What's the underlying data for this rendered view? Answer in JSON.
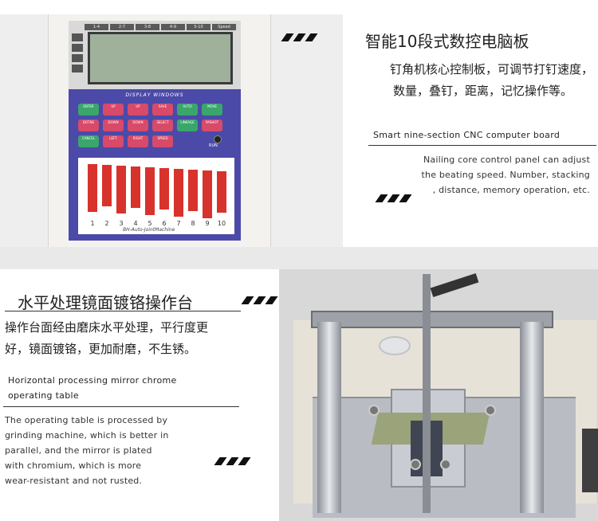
{
  "panel1": {
    "title_cn": "智能10段式数控电脑板",
    "body_cn_lines": [
      "钉角机核心控制板，可调节打钉速度，",
      "数量，叠钉，距离，记忆操作等。"
    ],
    "title_en": "Smart nine-section CNC computer board",
    "body_en_lines": [
      "Nailing core control panel can adjust",
      "the beating speed. Number, stacking",
      ", distance, memory operation, etc."
    ],
    "board": {
      "lcd_tabs": [
        "1-4",
        "2-7",
        "3-8",
        "4-9",
        "5-10",
        "Speed"
      ],
      "display_caption": "DISPLAY WINDOWS",
      "keys": [
        {
          "label": "ENTER",
          "color": "g"
        },
        {
          "label": "UP",
          "color": "r"
        },
        {
          "label": "UP",
          "color": "r"
        },
        {
          "label": "SAVE",
          "color": "r"
        },
        {
          "label": "AUTO",
          "color": "g"
        },
        {
          "label": "MOVE",
          "color": "g"
        },
        {
          "label": "DOTNS",
          "color": "r"
        },
        {
          "label": "DOWN",
          "color": "r"
        },
        {
          "label": "DOWN",
          "color": "r"
        },
        {
          "label": "SELECT",
          "color": "r"
        },
        {
          "label": "LINKAGE",
          "color": "g"
        },
        {
          "label": "PASHOT",
          "color": "r"
        },
        {
          "label": "CANCEL",
          "color": "g"
        },
        {
          "label": "LEFT",
          "color": "r"
        },
        {
          "label": "RIGHT",
          "color": "r"
        },
        {
          "label": "SPEED",
          "color": "r"
        }
      ],
      "run_label": "RUN",
      "numbers": [
        "1",
        "2",
        "3",
        "4",
        "5",
        "6",
        "7",
        "8",
        "9",
        "10"
      ],
      "machine_caption": "BH-Auto-JointMachine"
    }
  },
  "panel2": {
    "title_cn": "水平处理镜面镀铬操作台",
    "body_cn_lines": [
      "操作台面经由磨床水平处理，平行度更",
      "好，镜面镀铬，更加耐磨，不生锈。"
    ],
    "title_en_lines": [
      "Horizontal processing mirror chrome",
      "operating table"
    ],
    "body_en_lines": [
      "The operating table is processed by",
      "grinding machine, which is better in",
      "parallel, and the mirror is plated",
      "with chromium, which is more",
      "wear-resistant and not rusted."
    ]
  }
}
